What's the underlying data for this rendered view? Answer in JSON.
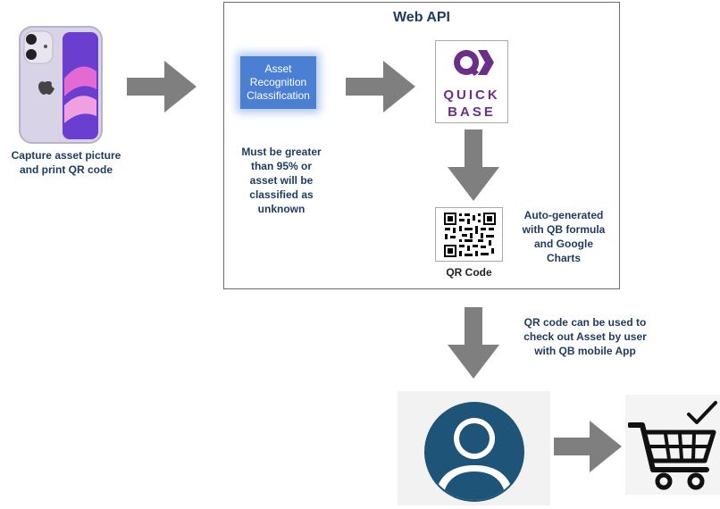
{
  "phone": {
    "caption": "Capture asset picture and print QR code",
    "caption_lines": [
      "Capture asset picture",
      "and print QR code"
    ]
  },
  "web_api": {
    "title": "Web API",
    "asset_box": {
      "lines": [
        "Asset",
        "Recognition",
        "Classification"
      ]
    },
    "threshold_note_lines": [
      "Must be greater",
      "than 95% or",
      "asset will be",
      "classified as",
      "unknown"
    ],
    "quickbase_logo": {
      "line1": "QUICK",
      "line2": "BASE"
    },
    "qr_label": "QR Code",
    "auto_generated_lines": [
      "Auto-generated",
      "with QB formula",
      "and Google",
      "Charts"
    ]
  },
  "checkout_note_lines": [
    "QR code can be used to",
    "check out Asset by user",
    "with QB mobile App"
  ],
  "colors": {
    "caption": "#1f3a5f",
    "asset_box": "#4a7fd4",
    "arrow": "#7f7f7f",
    "quickbase": "#6b2f8a",
    "user_icon": "#1d5478"
  },
  "icons": [
    "smartphone-icon",
    "quickbase-logo-icon",
    "qr-code-icon",
    "user-icon",
    "shopping-cart-icon",
    "checkmark-icon"
  ]
}
